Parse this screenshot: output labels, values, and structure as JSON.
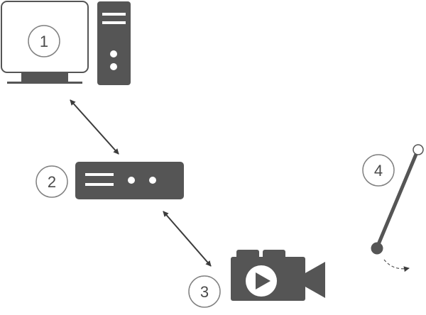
{
  "labels": {
    "computer": "1",
    "controller": "2",
    "camera": "3",
    "pendulum": "4"
  },
  "colors": {
    "device_fill": "#555555",
    "outline": "#555555",
    "connector": "#3c3c3c",
    "label_circle": "#808080",
    "label_text": "#4a4a4a",
    "icon_detail": "#ffffff"
  },
  "icons": {
    "computer": "desktop-computer-icon",
    "controller": "controller-box-icon",
    "camera": "video-camera-icon",
    "pendulum": "pendulum-icon"
  }
}
